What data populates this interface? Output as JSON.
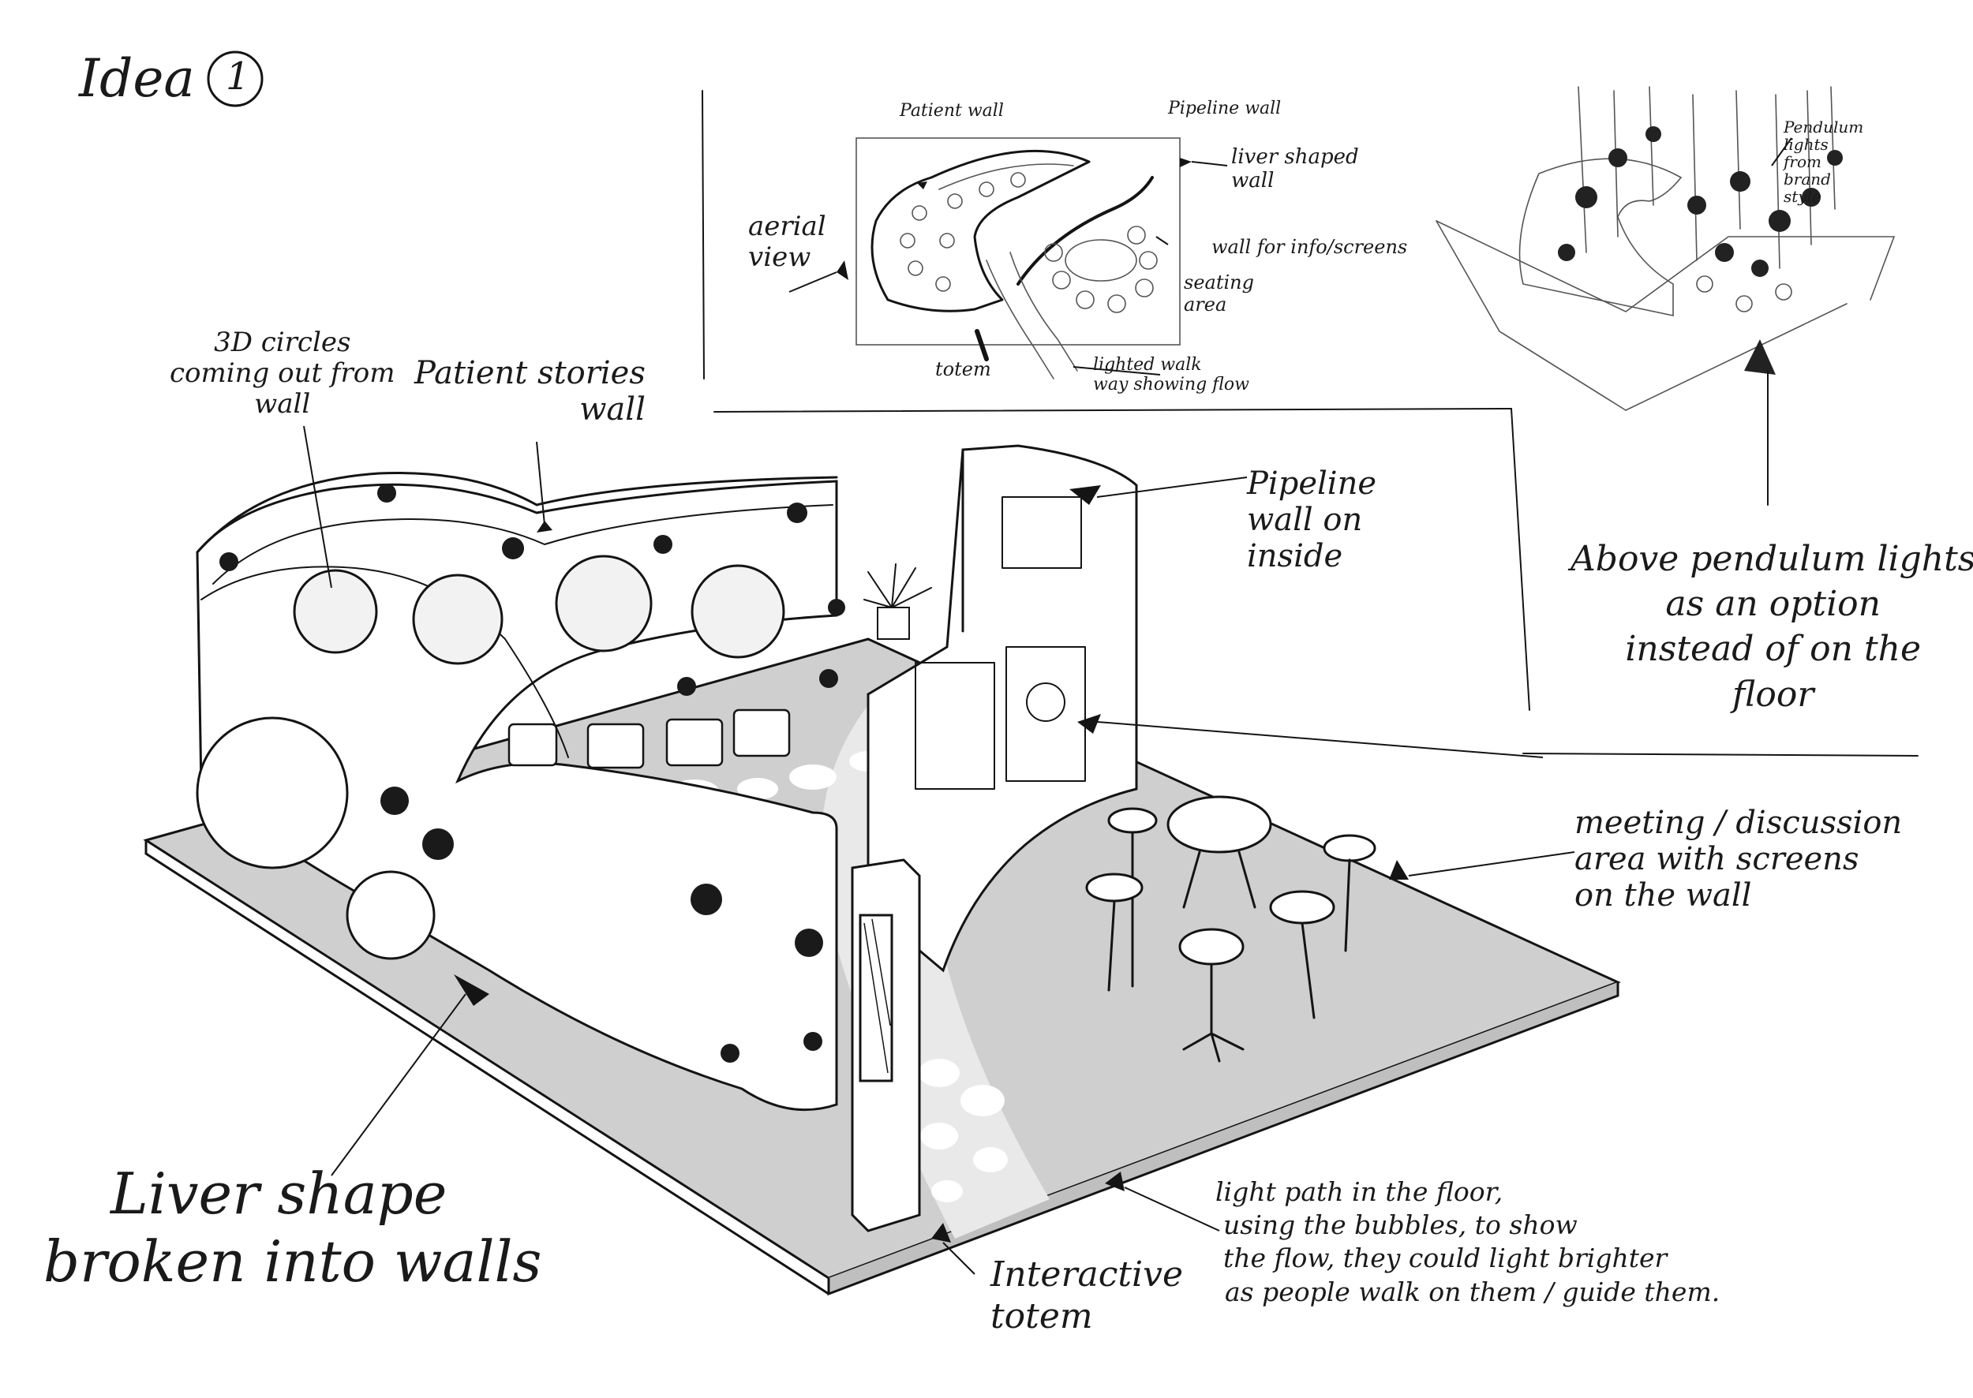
{
  "sheet": {
    "title": "Idea",
    "title_number": "1"
  },
  "aerial_sketch": {
    "aerial_view": [
      "aerial",
      "view"
    ],
    "patient_wall": "Patient wall",
    "pipeline_wall": "Pipeline wall",
    "liver_shaped_wall": [
      "liver shaped",
      "wall"
    ],
    "wall_for_screens": "wall for info/screens",
    "seating_area": [
      "seating",
      "area"
    ],
    "totem": "totem",
    "lighted_walkway": [
      "lighted walk",
      "way showing flow"
    ]
  },
  "pendulum_sketch": {
    "pendulum_lights": [
      "Pendulum",
      "lights",
      "from",
      "brand",
      "style"
    ],
    "note": [
      "Above pendulum lights",
      "as an option",
      "instead of on the",
      "floor"
    ]
  },
  "main_sketch": {
    "circles_3d": [
      "3D circles",
      "coming out from",
      "wall"
    ],
    "patient_stories": [
      "Patient stories",
      "wall"
    ],
    "pipeline_inside": [
      "Pipeline",
      "wall on",
      "inside"
    ],
    "meeting_area": [
      "meeting / discussion",
      "area with screens",
      "on the wall"
    ],
    "liver_shape": [
      "Liver shape",
      "broken into walls"
    ],
    "interactive_totem": [
      "Interactive",
      "totem"
    ],
    "light_path": [
      "light path in the floor,",
      "using the bubbles, to show",
      "the flow, they could light brighter",
      "as people walk on them / guide them."
    ]
  },
  "colors": {
    "ink": "#141414",
    "floor": "#d9d9d9",
    "floor_shadow": "#bdbdbd",
    "wall": "#ffffff",
    "pencil": "#555555"
  }
}
